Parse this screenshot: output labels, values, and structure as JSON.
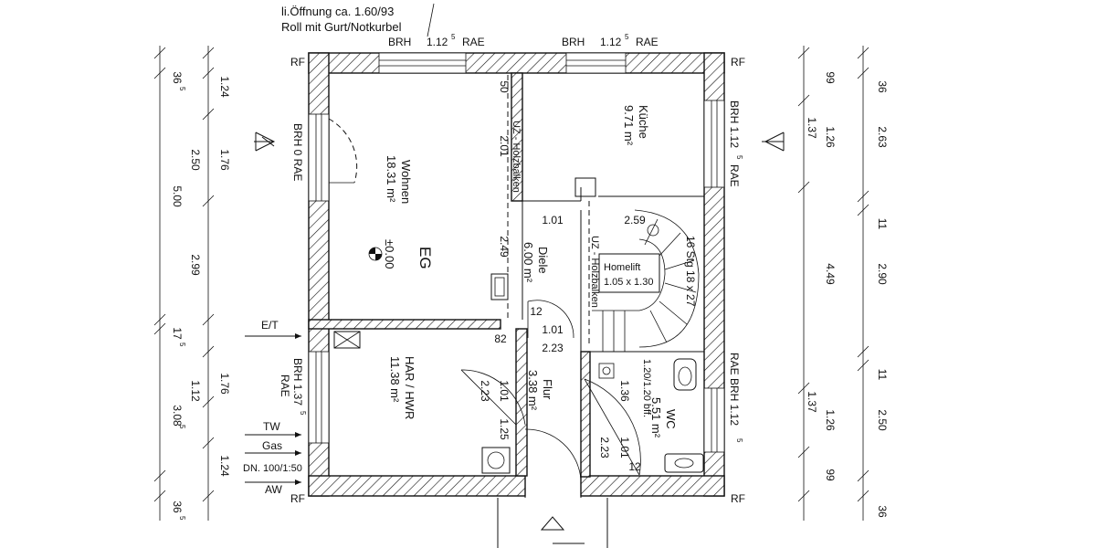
{
  "header_note": {
    "line1": "li.Öffnung ca. 1.60/93",
    "line2": "Roll mit Gurt/Notkurbel"
  },
  "floor_label": "EG",
  "level": "±0.00",
  "rooms": [
    {
      "name": "Wohnen",
      "area": "18.31 m²"
    },
    {
      "name": "Küche",
      "area": "9.71 m²"
    },
    {
      "name": "Diele",
      "area": "6.00 m²"
    },
    {
      "name": "HAR / HWR",
      "area": "11.38 m²"
    },
    {
      "name": "Flur",
      "area": "3.38 m²"
    },
    {
      "name": "WC",
      "area": "5.51 m²"
    }
  ],
  "homelift": {
    "name": "Homelift",
    "size": "1.05 x 1.30"
  },
  "stair_label": "16 Stg 18 x 27",
  "beam_label": "UZ - Holzbalken",
  "window_labels": {
    "brh_top_left": "BRH",
    "brh_top_left_val": "1.12",
    "brh_top_left_sup": "5",
    "rae_top_left": "RAE",
    "brh_top_right": "BRH",
    "brh_top_right_val": "1.12",
    "brh_top_right_sup": "5",
    "rae_top_right": "RAE",
    "left_upper": "BRH   0   RAE",
    "left_lower": "BRH  1.37",
    "left_lower_sup": "5",
    "left_lower_rae": "RAE",
    "right_upper": "BRH  1.12",
    "right_upper_sup": "5",
    "right_upper_rae": "RAE",
    "right_lower": "RAE  BRH  1.12",
    "right_lower_sup": "5",
    "rf": "RF"
  },
  "left_dims_outer": [
    "36",
    "5.00",
    "17",
    "3.08",
    "36"
  ],
  "left_dims_outer_sup": [
    "5",
    "",
    "5",
    "5",
    "5"
  ],
  "left_dims_inner": [
    "1.24",
    "1.76",
    "2.50",
    "2.99",
    "1.76",
    "1.12",
    "1.24"
  ],
  "right_dims_inner": [
    "99",
    "1.26",
    "1.37",
    "4.49",
    "1.26",
    "1.37",
    "99"
  ],
  "right_dims_outer": [
    "36",
    "2.63",
    "11",
    "2.90",
    "11",
    "2.50",
    "36"
  ],
  "interior_dims": [
    "50",
    "2.01",
    "2.49",
    "1.01",
    "2.59",
    "12",
    "1.01",
    "2.23",
    "82",
    "1.01",
    "2.23",
    "1.25",
    "1.36",
    "1.01",
    "2.23",
    "12",
    "1.20/1.20 bff."
  ],
  "utilities": {
    "et": "E/T",
    "tw": "TW",
    "gas": "Gas",
    "dn": "DN. 100/1:50",
    "aw": "AW"
  }
}
